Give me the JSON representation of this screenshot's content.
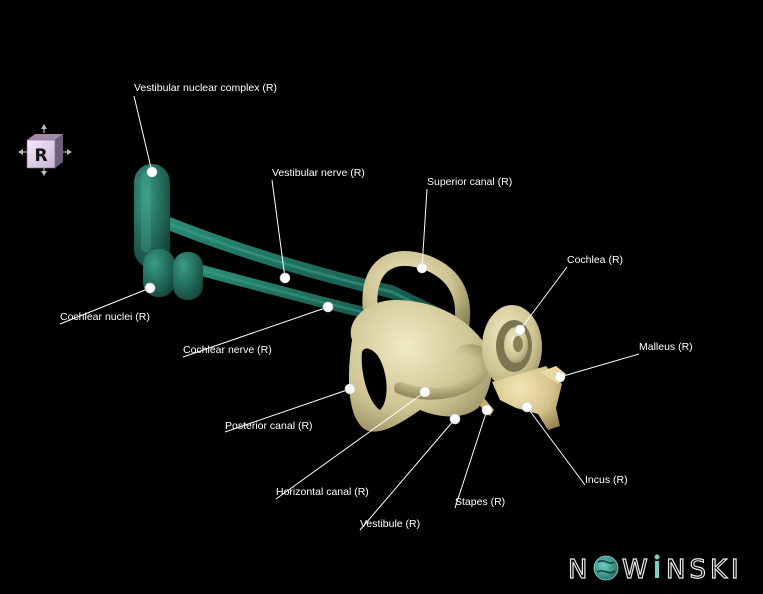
{
  "view": {
    "orientation_letter": "R",
    "background": "#000000",
    "nerve_color": "#1e6b5c",
    "bone_color": "#cfc595"
  },
  "labels": {
    "vestibular_nuclear_complex": "Vestibular nuclear complex (R)",
    "vestibular_nerve": "Vestibular nerve (R)",
    "superior_canal": "Superior canal (R)",
    "cochlea": "Cochlea (R)",
    "cochlear_nuclei": "Cochlear nuclei (R)",
    "cochlear_nerve": "Cochlear nerve (R)",
    "malleus": "Malleus (R)",
    "posterior_canal": "Posterior canal (R)",
    "incus": "Incus (R)",
    "horizontal_canal": "Horizontal canal (R)",
    "stapes": "Stapes (R)",
    "vestibule": "Vestibule (R)"
  },
  "brand": {
    "text_left": "N",
    "text_mid": "W",
    "text_right": "NSKI",
    "full": "NOWINSKI"
  }
}
